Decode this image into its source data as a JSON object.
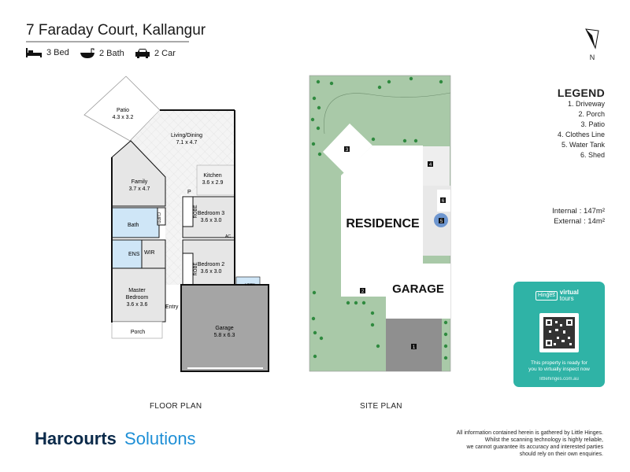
{
  "header": {
    "title": "7 Faraday Court, Kallangur",
    "features": [
      {
        "icon": "bed-icon",
        "label": "3 Bed"
      },
      {
        "icon": "bath-icon",
        "label": "2 Bath"
      },
      {
        "icon": "car-icon",
        "label": "2 Car"
      }
    ]
  },
  "compass": {
    "label": "N"
  },
  "floor_plan": {
    "caption": "FLOOR PLAN",
    "rooms": {
      "patio": {
        "name": "Patio",
        "size": "4.3 x 3.2"
      },
      "living": {
        "name": "Living/Dining",
        "size": "7.1 x 4.7"
      },
      "family": {
        "name": "Family",
        "size": "3.7 x 4.7"
      },
      "kitchen": {
        "name": "Kitchen",
        "size": "3.6 x 2.9"
      },
      "bedroom3": {
        "name": "Bedroom 3",
        "size": "3.6 x 3.0"
      },
      "bedroom2": {
        "name": "Bedroom 2",
        "size": "3.6 x 3.0"
      },
      "master": {
        "name": "Master",
        "name2": "Bedroom",
        "size": "3.6 x 3.6"
      },
      "garage": {
        "name": "Garage",
        "size": "5.8 x 6.3"
      },
      "bath": {
        "name": "Bath"
      },
      "ens": {
        "name": "ENS"
      },
      "wir": {
        "name": "WIR"
      },
      "robe1": {
        "name": "ROBE"
      },
      "robe2": {
        "name": "ROBE"
      },
      "entry": {
        "name": "Entry"
      },
      "porch": {
        "name": "Porch"
      },
      "cupd": {
        "name": "CUPD"
      },
      "pantry": {
        "name": "P"
      },
      "ldry": {
        "name": "L'DRY"
      },
      "ac": {
        "name": "AC"
      }
    }
  },
  "site_plan": {
    "caption": "SITE PLAN",
    "residence": "RESIDENCE",
    "garage": "GARAGE",
    "markers": [
      "1",
      "2",
      "3",
      "4",
      "5",
      "6"
    ]
  },
  "legend": {
    "title": "LEGEND",
    "items": [
      "1. Driveway",
      "2. Porch",
      "3. Patio",
      "4. Clothes Line",
      "5. Water Tank",
      "6. Shed"
    ]
  },
  "areas": [
    {
      "label": "Internal",
      "value": ": 147m²"
    },
    {
      "label": "External",
      "value": ": 14m²"
    }
  ],
  "virtual_tours": {
    "brand": "Hinges",
    "brand_small": "LITTLE",
    "virtual": "virtual",
    "tours": "tours",
    "message_line1": "This property is ready for",
    "message_line2": "you to virtually inspect now",
    "url": "littlehinges.com.au"
  },
  "footer": {
    "logo_bold": "Harcourts",
    "logo_light": "Solutions",
    "disclaimer": [
      "All information contained herein is gathered by Little Hinges.",
      "Whilst the scanning technology is highly reliable,",
      "we cannot guarantee its accuracy and interested parties",
      "should rely on their own enquiries."
    ]
  },
  "colors": {
    "accent": "#2fb3a6",
    "brand_navy": "#0b2a4a",
    "brand_blue": "#1e8fd6",
    "lawn": "#a9c9a8",
    "wet": "#cfe6f7"
  }
}
